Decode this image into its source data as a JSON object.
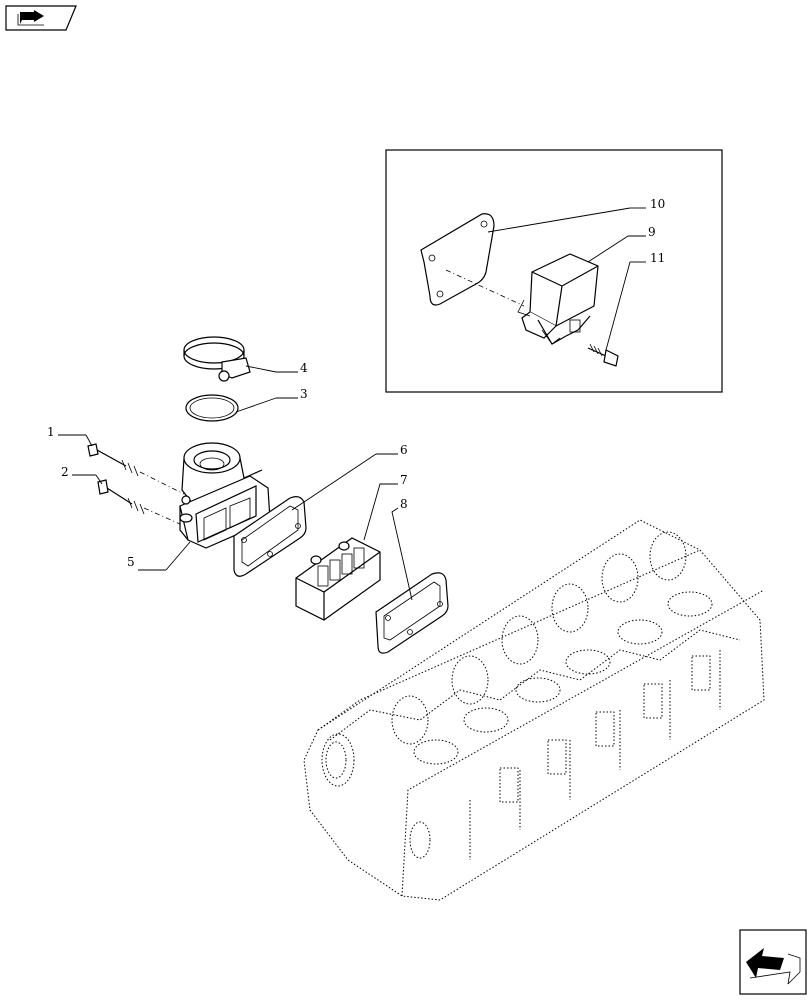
{
  "nav": {
    "top_icon": "book-arrow-icon",
    "bottom_icon": "next-page-arrow-icon"
  },
  "callouts": [
    "1",
    "2",
    "3",
    "4",
    "5",
    "6",
    "7",
    "8",
    "9",
    "10",
    "11"
  ]
}
